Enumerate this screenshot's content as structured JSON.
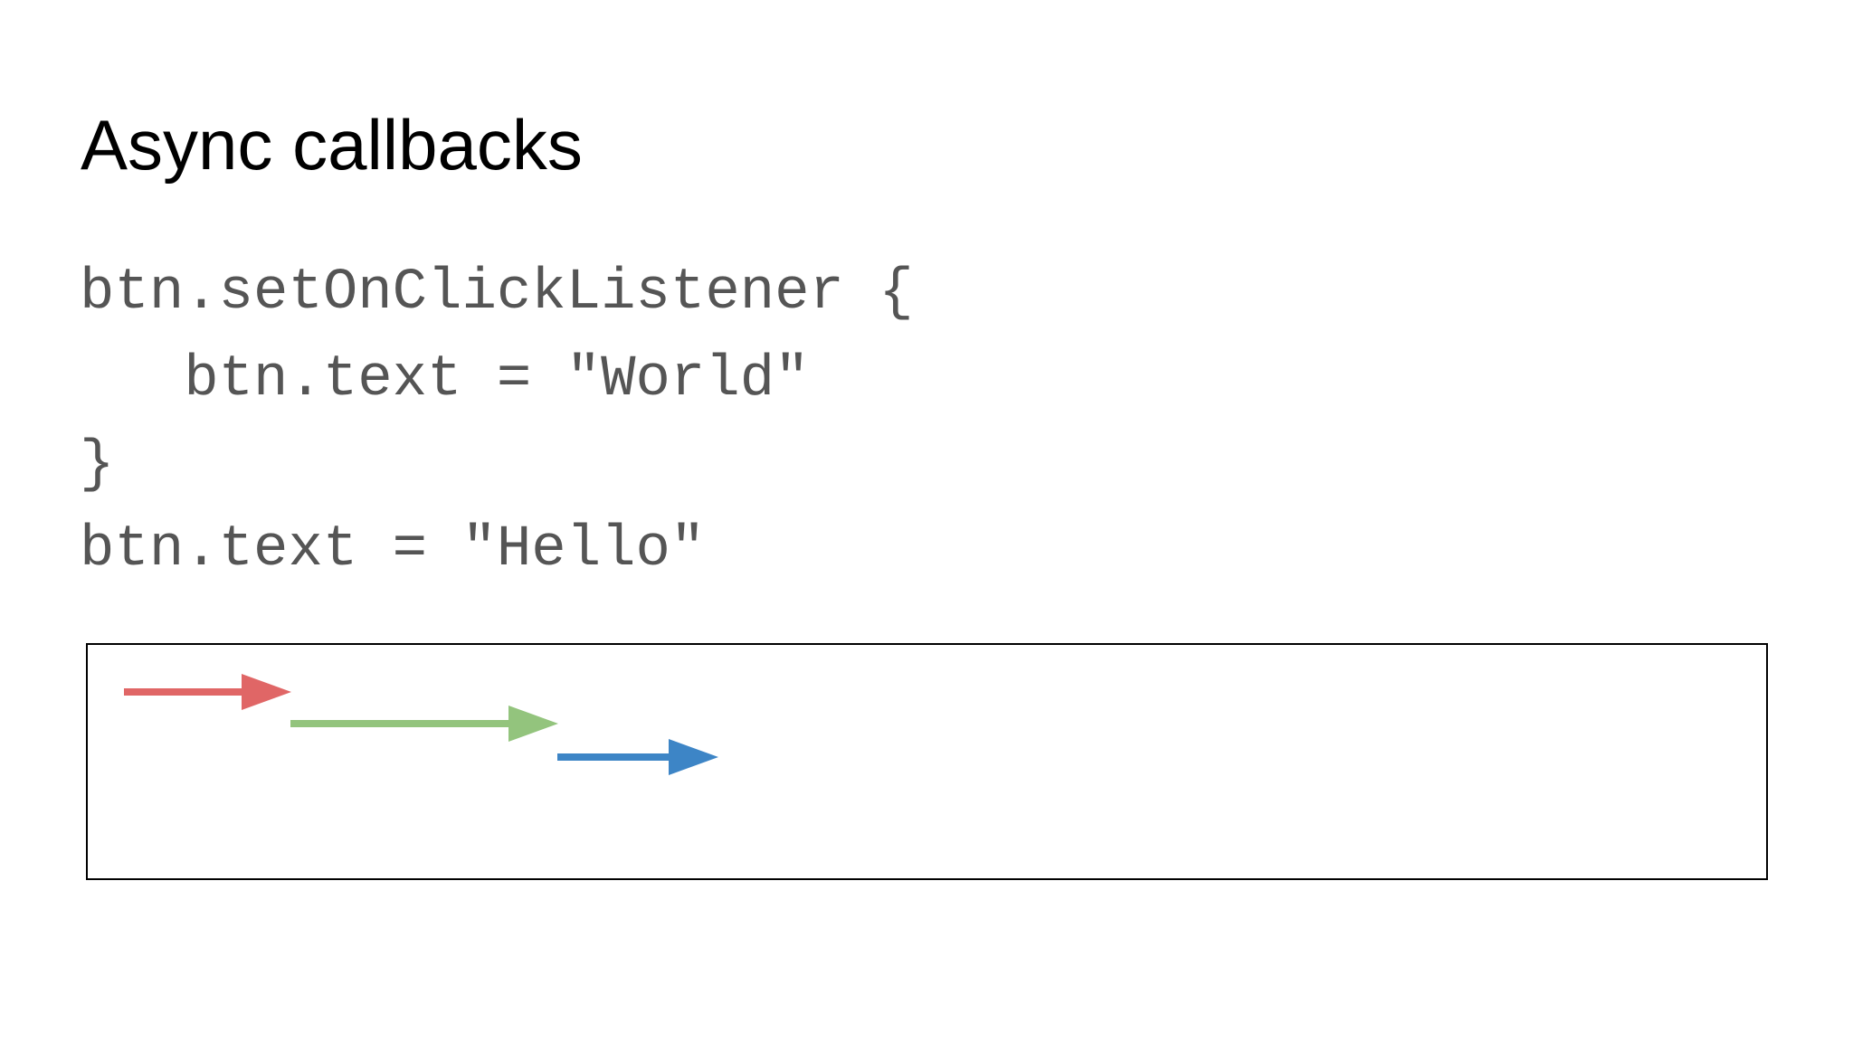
{
  "slide": {
    "title": "Async callbacks",
    "code": {
      "color": "#555555",
      "lines": [
        "btn.setOnClickListener {",
        "   btn.text = \"World\"",
        "}",
        "btn.text = \"Hello\""
      ]
    },
    "timeline": {
      "arrows": [
        {
          "color": "#e06666"
        },
        {
          "color": "#93c47d"
        },
        {
          "color": "#3d85c6"
        }
      ]
    }
  }
}
